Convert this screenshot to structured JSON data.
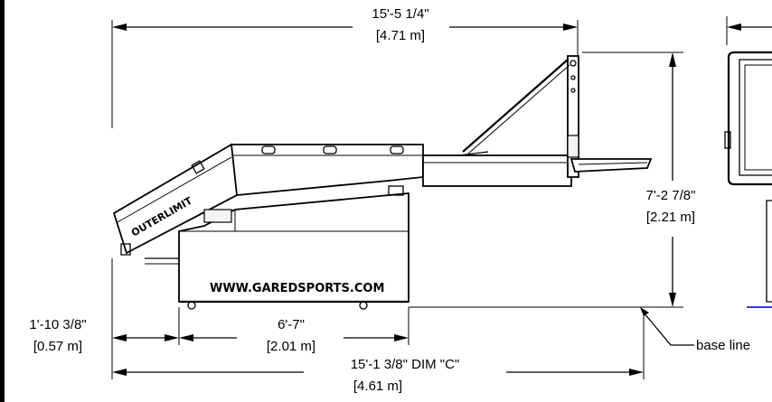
{
  "dimensions": {
    "overall_length": {
      "imperial": "15'-5 1/4\"",
      "metric": "[4.71 m]"
    },
    "height": {
      "imperial": "7'-2 7/8\"",
      "metric": "[2.21 m]"
    },
    "front_offset": {
      "imperial": "1'-10 3/8\"",
      "metric": "[0.57 m]"
    },
    "base_length": {
      "imperial": "6'-7\"",
      "metric": "[2.01 m]"
    },
    "dim_c": {
      "imperial": "15'-1 3/8\"  DIM \"C\"",
      "metric": "[4.61 m]"
    }
  },
  "labels": {
    "base_line": "base line",
    "brand": "OUTERLIMIT",
    "website": "WWW.GAREDSPORTS.COM"
  },
  "colors": {
    "line": "#000000",
    "base_line_accent": "#2a3ddb",
    "background": "#ffffff"
  }
}
